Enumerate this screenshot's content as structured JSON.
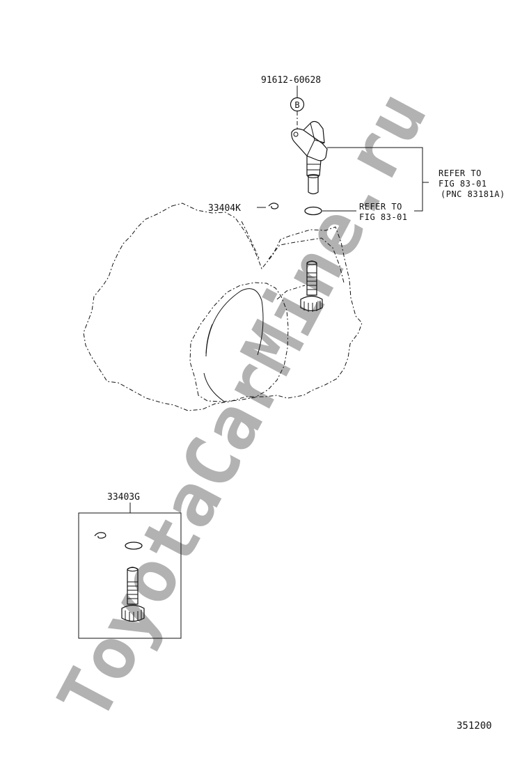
{
  "labels": {
    "bolt_part_number": "91612-60628",
    "bolt_callout_letter": "B",
    "sensor_refer_line1": "REFER TO",
    "sensor_refer_line2": "FIG 83-01",
    "sensor_refer_line3": "(PNC 83181A)",
    "oring_refer_line1": "REFER TO",
    "oring_refer_line2": "FIG 83-01",
    "clip_part_number": "33404K",
    "kit_part_number": "33403G",
    "diagram_number": "351200"
  },
  "watermark": {
    "text": "ToyotaCarMine.ru"
  }
}
